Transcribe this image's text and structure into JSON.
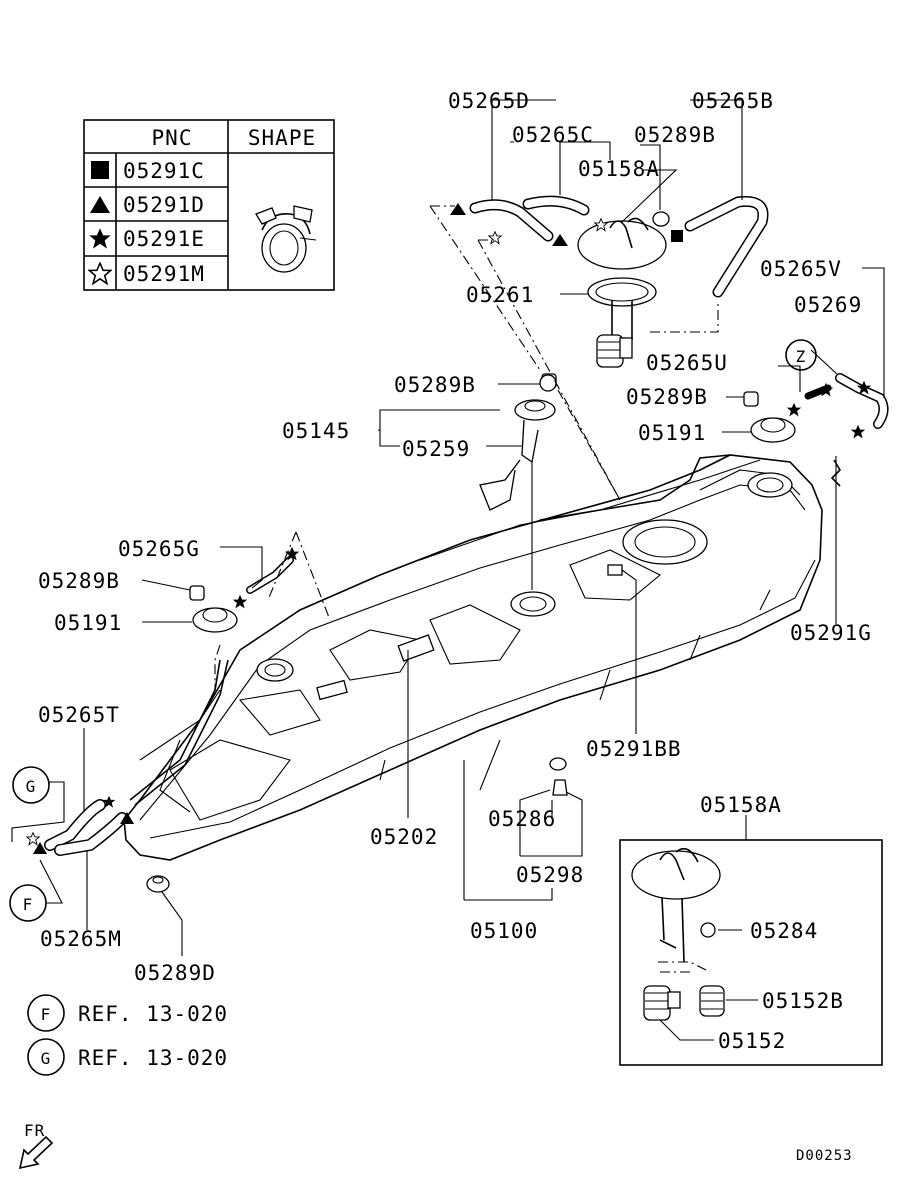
{
  "legend": {
    "header_pnc": "PNC",
    "header_shape": "SHAPE",
    "rows": [
      {
        "symbol": "filled-square",
        "pnc": "05291C"
      },
      {
        "symbol": "filled-triangle",
        "pnc": "05291D"
      },
      {
        "symbol": "filled-star",
        "pnc": "05291E"
      },
      {
        "symbol": "outline-star",
        "pnc": "05291M"
      }
    ]
  },
  "labels": {
    "p05265D": "05265D",
    "p05265B": "05265B",
    "p05265C": "05265C",
    "p05289B_top": "05289B",
    "p05158A_top": "05158A",
    "p05261": "05261",
    "p05265V": "05265V",
    "p05269": "05269",
    "p05265U": "05265U",
    "p05289B_right": "05289B",
    "p05191_right": "05191",
    "p05289B_mid": "05289B",
    "p05145": "05145",
    "p05259": "05259",
    "p05265G": "05265G",
    "p05289B_left": "05289B",
    "p05191_left": "05191",
    "p05291G": "05291G",
    "p05265T": "05265T",
    "p05291BB": "05291BB",
    "p05286": "05286",
    "p05202": "05202",
    "p05298": "05298",
    "p05100": "05100",
    "p05265M": "05265M",
    "p05289D": "05289D",
    "p05158A_inset": "05158A",
    "p05284": "05284",
    "p05152B": "05152B",
    "p05152": "05152"
  },
  "callouts": {
    "z": "Z",
    "g": "G",
    "f": "F"
  },
  "references": [
    {
      "letter": "F",
      "text": "REF. 13-020"
    },
    {
      "letter": "G",
      "text": "REF. 13-020"
    }
  ],
  "front_indicator": "FR",
  "diagram_code": "D00253"
}
